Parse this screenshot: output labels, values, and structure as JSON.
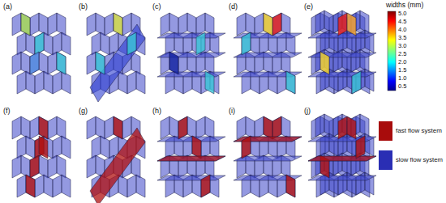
{
  "diagram": {
    "labels": [
      "(a)",
      "(b)",
      "(c)",
      "(d)",
      "(e)",
      "widths (mm)",
      "5.0",
      "4.5",
      "4.0",
      "3.5",
      "3.0",
      "2.5",
      "2.0",
      "1.5",
      "1.0",
      "0.5",
      "(f)",
      "(g)",
      "(h)",
      "(i)",
      "(j)"
    ],
    "legend": [
      {
        "text": "fast flow system",
        "color": "#a80c0c"
      },
      {
        "text": "slow flow system",
        "color": "#2a2eb4"
      }
    ]
  }
}
